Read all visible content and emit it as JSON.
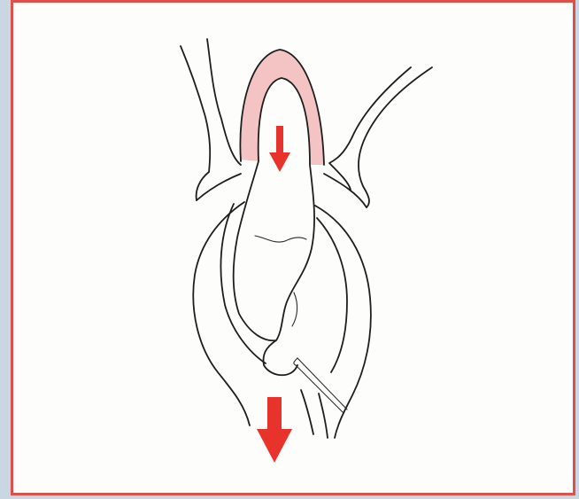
{
  "figure": {
    "frame_color": "#e0504a",
    "background_color": "#fdfdfc",
    "page_background": "#c9d7e2",
    "highlight_color": "#f4c4c4",
    "arrow_color": "#e8322c",
    "line_color": "#1e1e1e",
    "arrows": [
      {
        "name": "small-down-arrow",
        "direction": "down"
      },
      {
        "name": "large-down-arrow",
        "direction": "down"
      }
    ],
    "icons": [
      "down-arrow-icon",
      "forceps-icon"
    ]
  }
}
